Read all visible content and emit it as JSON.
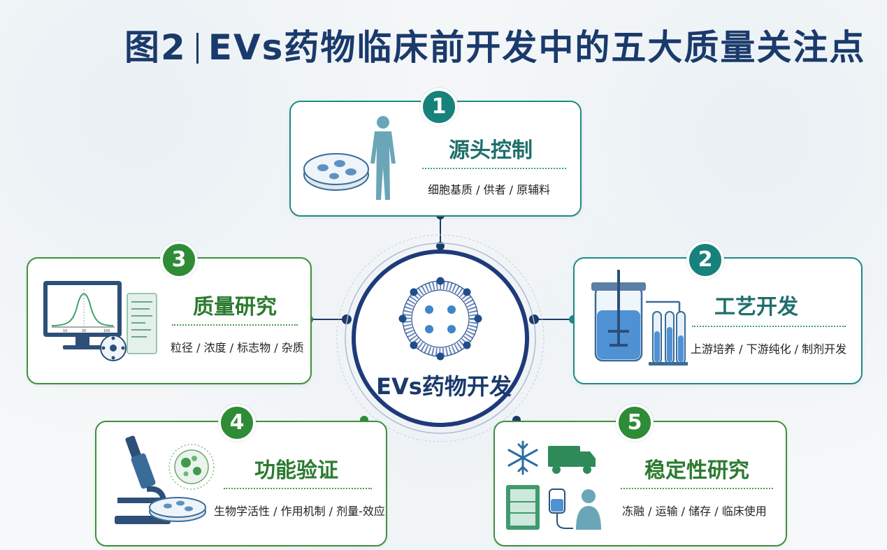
{
  "title": {
    "prefix": "图2",
    "text": "EVs药物临床前开发中的五大质量关注点"
  },
  "center": {
    "label": "EVs药物开发"
  },
  "points": [
    {
      "num": "1",
      "title": "源头控制",
      "sub": "细胞基质 / 供者 / 原辅料"
    },
    {
      "num": "2",
      "title": "工艺开发",
      "sub": "上游培养 / 下游纯化 / 制剂开发"
    },
    {
      "num": "3",
      "title": "质量研究",
      "sub": "粒径 / 浓度 / 标志物 / 杂质"
    },
    {
      "num": "4",
      "title": "功能验证",
      "sub": "生物学活性 / 作用机制 / 剂量-效应"
    },
    {
      "num": "5",
      "title": "稳定性研究",
      "sub": "冻融 / 运输 / 储存 / 临床使用"
    }
  ],
  "chart_axis": {
    "ticks": [
      "10",
      "20",
      "100"
    ]
  },
  "colors": {
    "navy": "#1a3a6b",
    "teal": "#17817c",
    "green": "#2e8b36"
  }
}
